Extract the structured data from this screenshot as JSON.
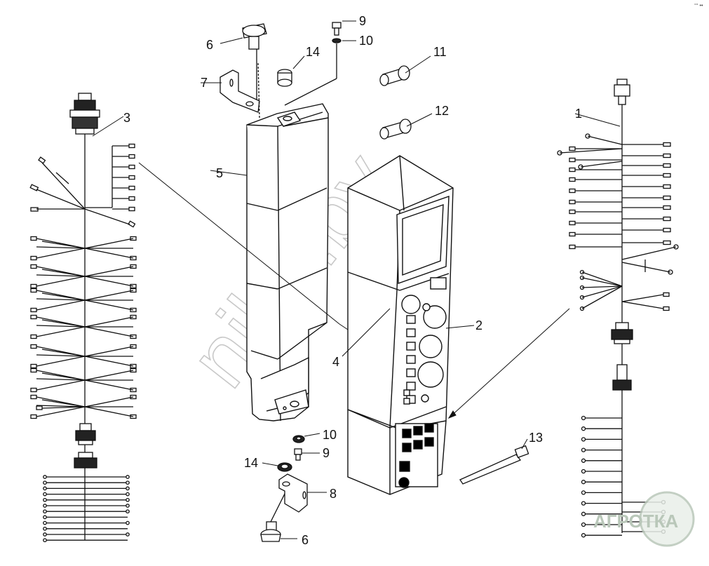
{
  "watermark": {
    "text": "nika.by"
  },
  "logo": {
    "text": "АГРОТКА",
    "color": "#8aa38a"
  },
  "corner_mark": "°° ••",
  "callouts": [
    {
      "id": "c1",
      "label": "1"
    },
    {
      "id": "c2",
      "label": "2"
    },
    {
      "id": "c3",
      "label": "3"
    },
    {
      "id": "c4",
      "label": "4"
    },
    {
      "id": "c5",
      "label": "5"
    },
    {
      "id": "c6a",
      "label": "6"
    },
    {
      "id": "c6b",
      "label": "6"
    },
    {
      "id": "c7",
      "label": "7"
    },
    {
      "id": "c8",
      "label": "8"
    },
    {
      "id": "c9a",
      "label": "9"
    },
    {
      "id": "c9b",
      "label": "9"
    },
    {
      "id": "c10a",
      "label": "10"
    },
    {
      "id": "c10b",
      "label": "10"
    },
    {
      "id": "c11",
      "label": "11"
    },
    {
      "id": "c12",
      "label": "12"
    },
    {
      "id": "c13",
      "label": "13"
    },
    {
      "id": "c14a",
      "label": "14"
    },
    {
      "id": "c14b",
      "label": "14"
    }
  ]
}
